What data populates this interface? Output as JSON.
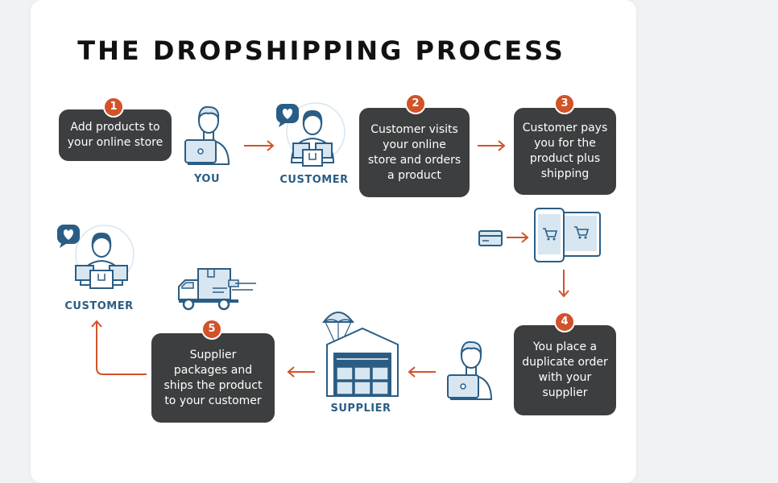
{
  "title": "THE DROPSHIPPING PROCESS",
  "steps": [
    {
      "num": "1",
      "text": "Add products to\nyour online store"
    },
    {
      "num": "2",
      "text": "Customer visits\nyour online\nstore and orders\na product"
    },
    {
      "num": "3",
      "text": "Customer pays\nyou for the\nproduct plus\nshipping"
    },
    {
      "num": "4",
      "text": "You place a\nduplicate order\nwith your\nsupplier"
    },
    {
      "num": "5",
      "text": "Supplier\npackages and\nships the product\nto your customer"
    }
  ],
  "labels": {
    "you": "YOU",
    "customer_top": "CUSTOMER",
    "customer_left": "CUSTOMER",
    "supplier": "SUPPLIER"
  },
  "colors": {
    "box": "#3d3e3f",
    "accent": "#d2522a",
    "blue": "#2b5d84",
    "light_blue": "#d7e6f1"
  },
  "icons": [
    "person-laptop-icon",
    "customer-packages-icon",
    "heart-bubble-icon",
    "credit-card-icon",
    "phone-tablet-cart-icon",
    "delivery-truck-icon",
    "warehouse-parachute-icon",
    "arrow-icon"
  ]
}
